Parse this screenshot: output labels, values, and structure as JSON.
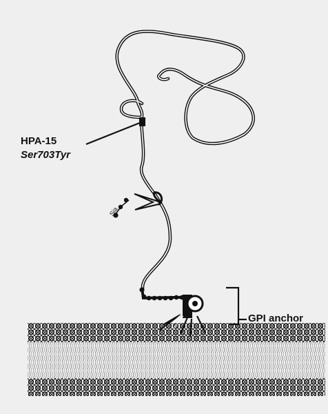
{
  "labels": {
    "polymorphism_name": "HPA-15",
    "polymorphism_variant": "Ser703Tyr",
    "anchor": "GPI anchor",
    "sugar": "Sia"
  },
  "colors": {
    "background": "#efefef",
    "ink": "#111111",
    "strand": "#ffffff"
  }
}
